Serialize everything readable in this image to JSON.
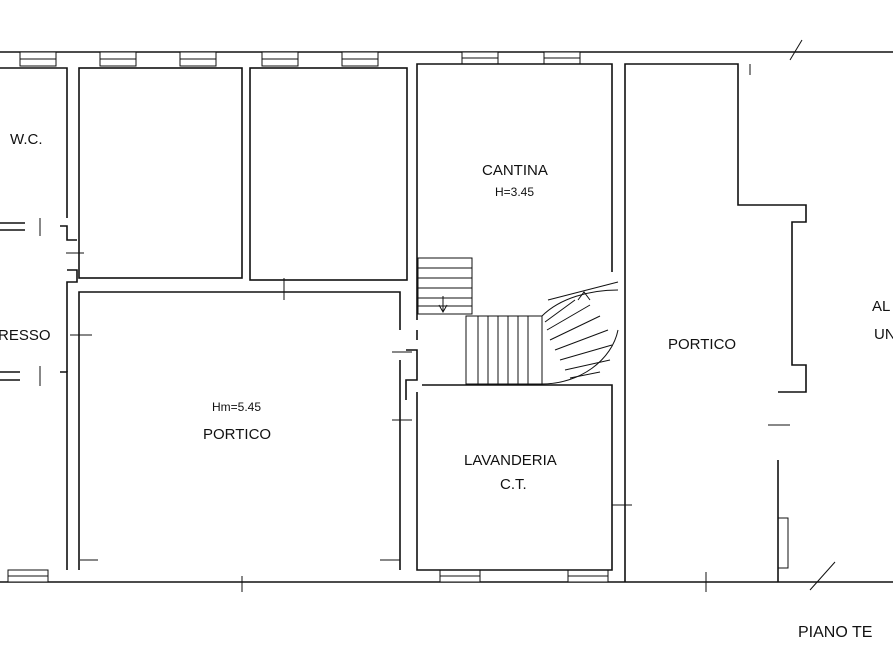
{
  "rooms": {
    "wc": "W.C.",
    "ingresso": "RESSO",
    "portico_main_height": "Hm=5.45",
    "portico_main": "PORTICO",
    "cantina": "CANTINA",
    "cantina_height": "H=3.45",
    "lavanderia": "LAVANDERIA",
    "lavanderia_ct": "C.T.",
    "portico_right": "PORTICO",
    "altra_unita_1": "AL",
    "altra_unita_2": "UN"
  },
  "floor_label": "PIANO TE",
  "colors": {
    "line": "#111111",
    "background": "#ffffff"
  }
}
